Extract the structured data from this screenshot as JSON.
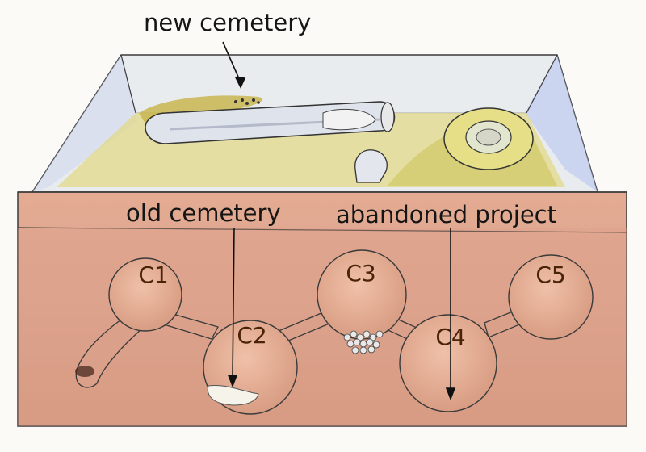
{
  "labels": {
    "new_cemetery": "new cemetery",
    "old_cemetery": "old cemetery",
    "abandoned_project": "abandoned project"
  },
  "chambers": [
    "C1",
    "C2",
    "C3",
    "C4",
    "C5"
  ],
  "colors": {
    "plaster": "#dea58f",
    "plaster_dark": "#c9856c",
    "chamber_fill": "#e6b19b",
    "yard_yellow": "#e2d98a",
    "yard_blue": "#c8d2ec",
    "outline": "#3a3a3a",
    "chamber_label": "#4a2408"
  }
}
